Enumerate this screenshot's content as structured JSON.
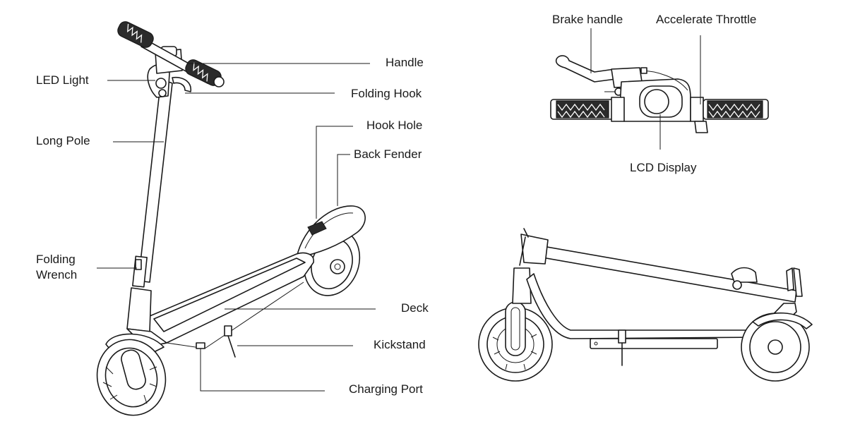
{
  "labels": {
    "led_light": "LED Light",
    "long_pole": "Long Pole",
    "folding_wrench_1": "Folding",
    "folding_wrench_2": "Wrench",
    "handle": "Handle",
    "folding_hook": "Folding Hook",
    "hook_hole": "Hook Hole",
    "back_fender": "Back Fender",
    "deck": "Deck",
    "kickstand": "Kickstand",
    "charging_port": "Charging Port",
    "brake_handle": "Brake handle",
    "accelerate_throttle": "Accelerate Throttle",
    "lcd_display": "LCD Display"
  }
}
